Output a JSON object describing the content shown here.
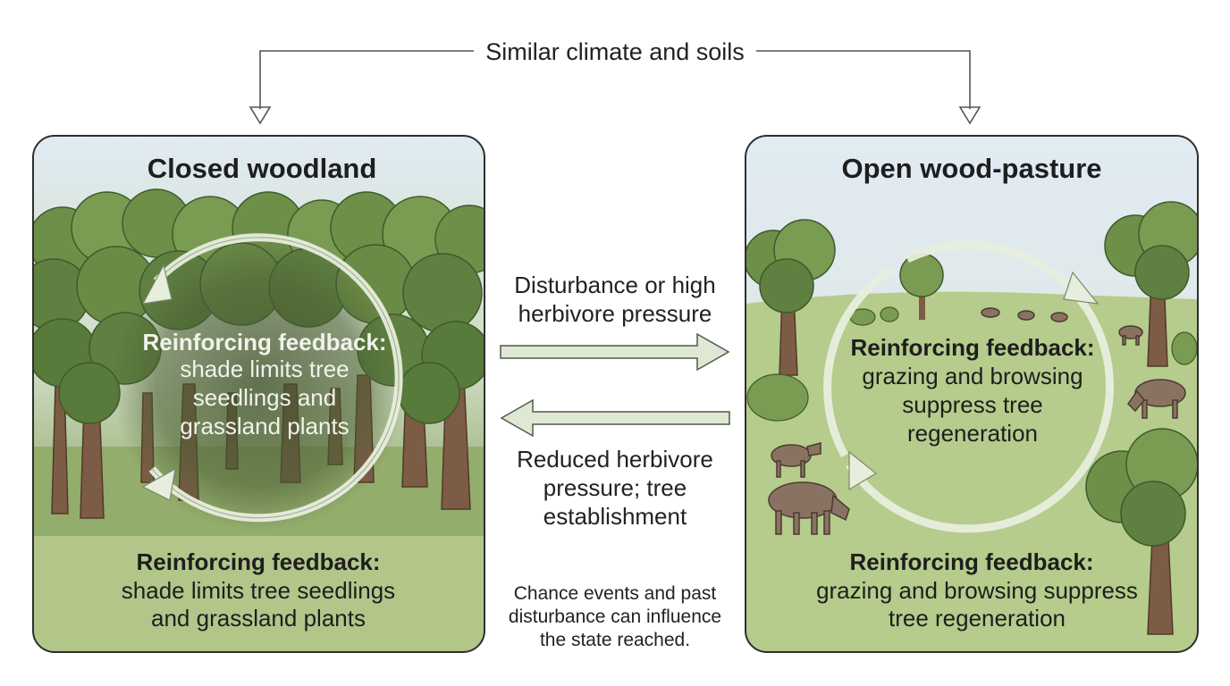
{
  "top_label": "Similar climate and soils",
  "left_panel": {
    "title": "Closed woodland",
    "inner_feedback": {
      "heading": "Reinforcing feedback:",
      "lines": [
        "shade limits tree",
        "seedlings and",
        "grassland plants"
      ]
    },
    "bottom_feedback": {
      "heading": "Reinforcing feedback:",
      "lines": [
        "shade limits tree seedlings",
        "and grassland plants"
      ]
    }
  },
  "right_panel": {
    "title": "Open wood-pasture",
    "inner_feedback": {
      "heading": "Reinforcing feedback:",
      "lines": [
        "grazing and browsing",
        "suppress tree",
        "regeneration"
      ]
    },
    "bottom_feedback": {
      "heading": "Reinforcing feedback:",
      "lines": [
        "grazing and browsing suppress",
        "tree regeneration"
      ]
    }
  },
  "transition_forward": {
    "lines": [
      "Disturbance or high",
      "herbivore pressure"
    ]
  },
  "transition_back": {
    "lines": [
      "Reduced herbivore",
      "pressure; tree",
      "establishment"
    ]
  },
  "note": {
    "lines": [
      "Chance events and past",
      "disturbance can influence",
      "the state reached."
    ]
  },
  "colors": {
    "sky": "#dfe9f2",
    "grass": "#a9c27c",
    "tree_dark": "#5a7a3e",
    "tree_light": "#7a9c52",
    "trunk": "#7a5a44",
    "arrow": "#dfe8d4",
    "outline": "#4a4a4a"
  }
}
